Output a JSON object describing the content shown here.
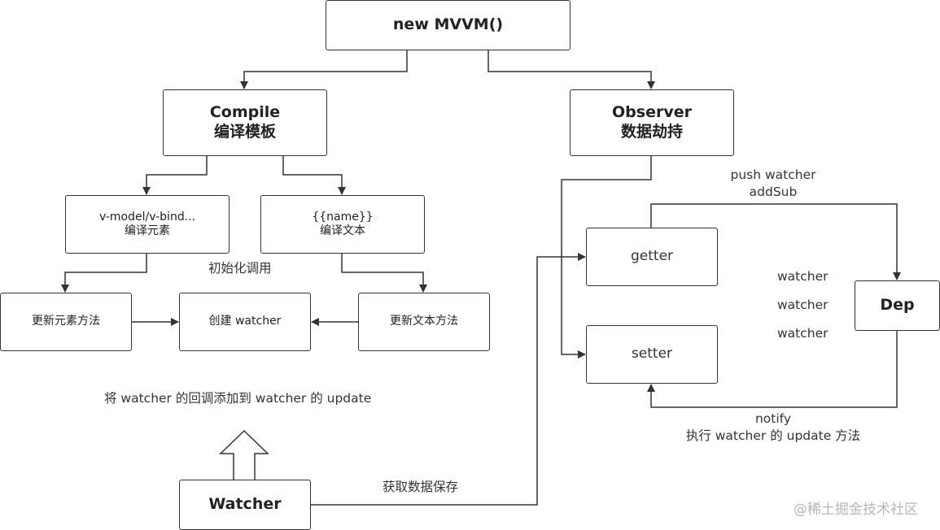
{
  "nodes": {
    "mvvm": "new MVVM()",
    "compile_title": "Compile",
    "compile_sub": "编译模板",
    "observer_title": "Observer",
    "observer_sub": "数据劫持",
    "vmodel_title": "v-model/v-bind...",
    "vmodel_sub": "编译元素",
    "name_title": "{{name}}",
    "name_sub": "编译文本",
    "update_element": "更新元素方法",
    "create_watcher": "创建 watcher",
    "update_text": "更新文本方法",
    "getter": "getter",
    "setter": "setter",
    "dep": "Dep",
    "watcher": "Watcher"
  },
  "labels": {
    "init_call": "初始化调用",
    "add_callback": "将 watcher 的回调添加到 watcher 的 update",
    "push_watcher": "push watcher",
    "add_sub": "addSub",
    "dep_watchers": [
      "watcher",
      "watcher",
      "watcher"
    ],
    "notify": "notify",
    "notify_action": "执行 watcher 的 update 方法",
    "get_data": "获取数据保存"
  },
  "watermark": "@稀土掘金技术社区"
}
